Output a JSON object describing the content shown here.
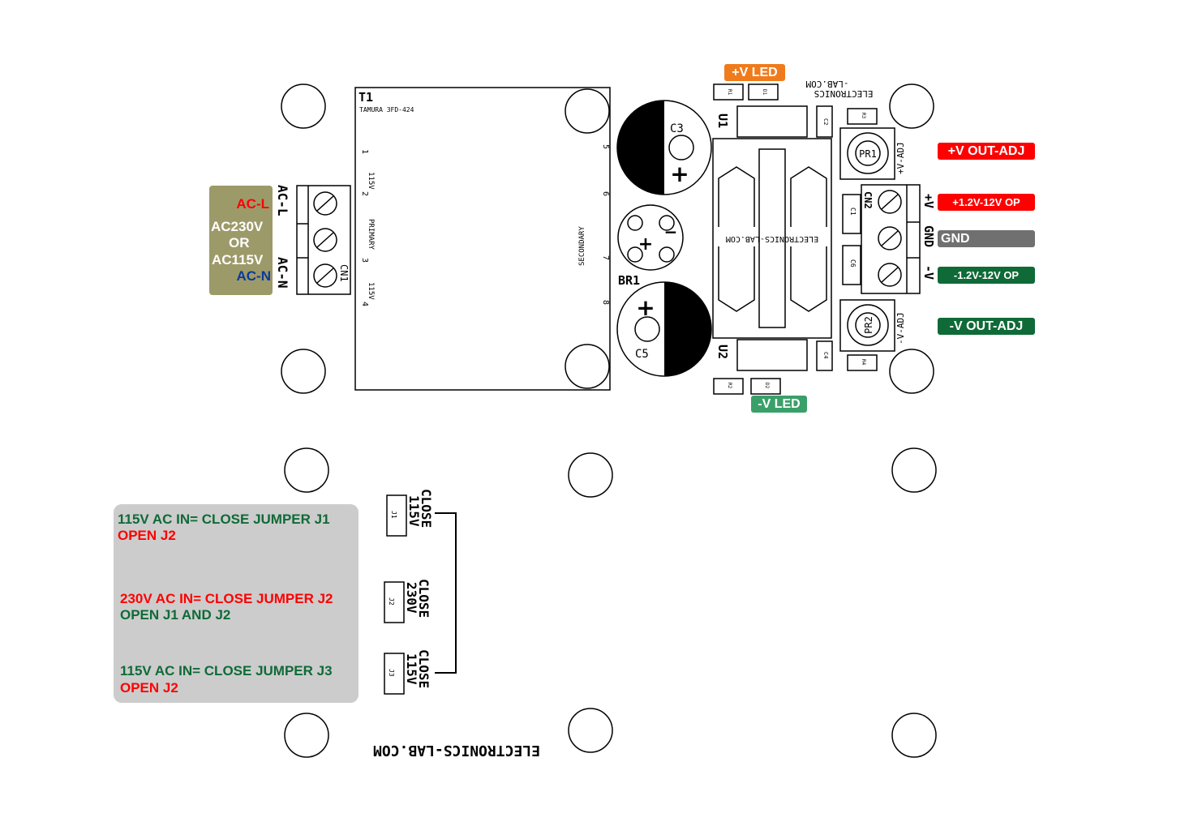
{
  "transformer": {
    "ref": "T1",
    "model": "TAMURA 3FD-424",
    "pins": [
      "1",
      "2",
      "3",
      "4",
      "5",
      "6",
      "7",
      "8"
    ],
    "primary_label": "PRIMARY",
    "secondary_label": "SECONDARY",
    "tap_top": "115V",
    "tap_bottom": "115V"
  },
  "components": {
    "c3": "C3",
    "c5": "C5",
    "br1": "BR1",
    "u1": "U1",
    "u2": "U2",
    "c1": "C1",
    "c2": "C2",
    "c4": "C4",
    "c6": "C6",
    "r1": "R1",
    "r2": "R2",
    "r3": "R3",
    "r4": "R4",
    "d1": "D1",
    "d2": "D2",
    "pr1": "PR1",
    "pr2": "PR2",
    "cn1": "CN1",
    "cn2": "CN2",
    "j1": "J1",
    "j2": "J2",
    "j3": "J3"
  },
  "silkscreen": {
    "ac_l": "AC-L",
    "ac_n": "AC-N",
    "plus_v": "+V",
    "gnd": "GND",
    "minus_v": "-V",
    "plus_v_adj": "+V-ADJ",
    "minus_v_adj": "-V-ADJ",
    "brand_center": "ELECTRONICS-LAB.COM",
    "brand_top_1": "ELECTRONICS",
    "brand_top_2": "-LAB.COM",
    "brand_bottom": "ELECTRONICS-LAB.COM",
    "jumper_close": "CLOSE",
    "jumper_115": "115V",
    "jumper_230": "230V"
  },
  "ac_input": {
    "line": "AC-L",
    "voltage_1": "AC230V",
    "or": "OR",
    "voltage_2": "AC115V",
    "neutral": "AC-N"
  },
  "labels": {
    "plus_v_led": "+V LED",
    "minus_v_led": "-V LED",
    "plus_v_out_adj": "+V OUT-ADJ",
    "plus_op": "+1.2V-12V OP",
    "gnd": "GND",
    "minus_op": "-1.2V-12V OP",
    "minus_v_out_adj": "-V OUT-ADJ"
  },
  "notes": {
    "n1_line1": "115V AC IN= CLOSE JUMPER J1",
    "n1_line2": "OPEN J2",
    "n2_line1": "230V AC IN= CLOSE JUMPER J2",
    "n2_line2": "OPEN J1 AND J2",
    "n3_line1": "115V AC IN= CLOSE JUMPER J3",
    "n3_line2": "OPEN J2"
  },
  "colors": {
    "orange": "#f07b1c",
    "green_led": "#3aa06a",
    "red": "#ff0000",
    "dark_green": "#0f6a37",
    "gray": "#707070",
    "ac_box": "#9d9a6a",
    "note_box": "#cccccc",
    "neutral_blue": "#0a3a9a"
  }
}
